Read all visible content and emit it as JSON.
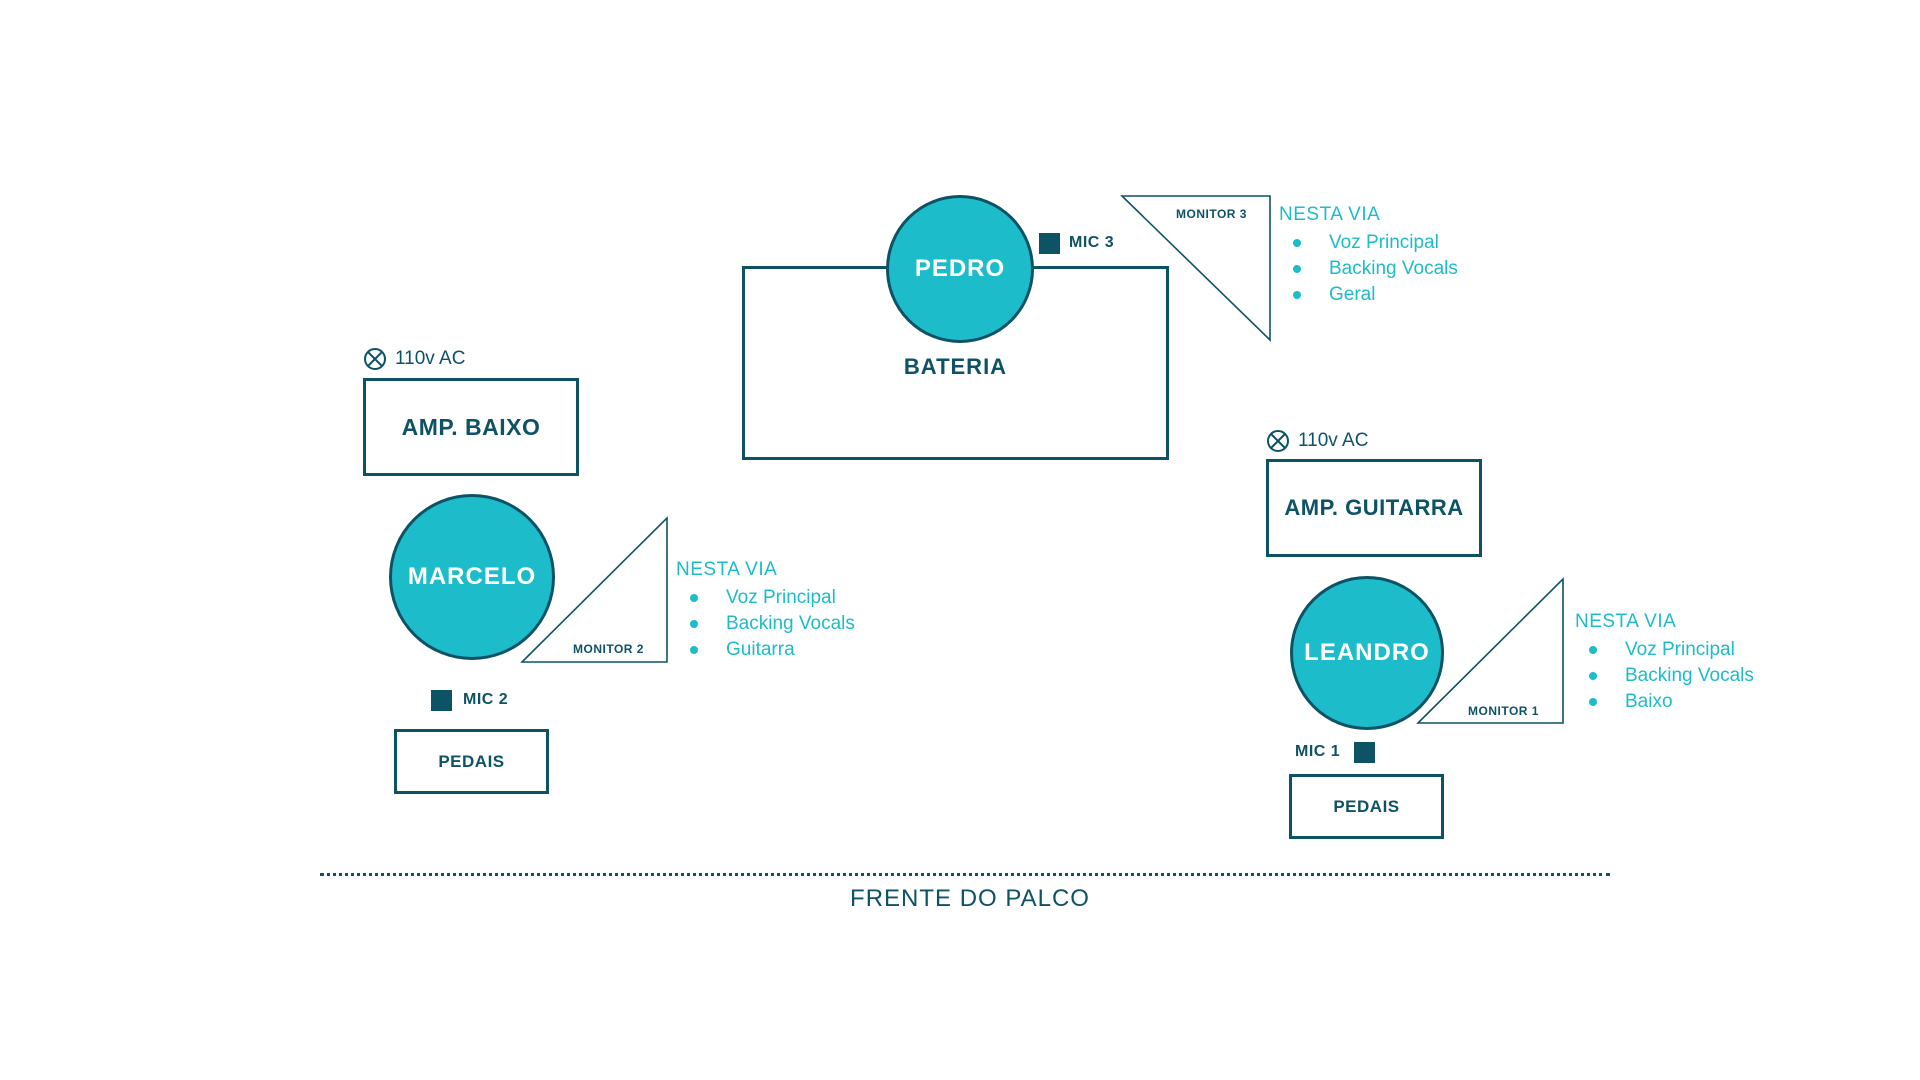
{
  "colors": {
    "dark": "#0e5266",
    "accent": "#1cbcca",
    "background": "#ffffff"
  },
  "drums": {
    "musician": "PEDRO",
    "instrument": "BATERIA",
    "mic": "MIC 3",
    "monitor": "MONITOR 3",
    "via": {
      "title": "NESTA VIA",
      "items": [
        "Voz Principal",
        "Backing Vocals",
        "Geral"
      ]
    }
  },
  "bass": {
    "musician": "MARCELO",
    "amp": "AMP. BAIXO",
    "power": "110v AC",
    "mic": "MIC 2",
    "pedals": "PEDAIS",
    "monitor": "MONITOR 2",
    "via": {
      "title": "NESTA VIA",
      "items": [
        "Voz Principal",
        "Backing Vocals",
        "Guitarra"
      ]
    }
  },
  "guitar": {
    "musician": "LEANDRO",
    "amp": "AMP. GUITARRA",
    "power": "110v AC",
    "mic": "MIC 1",
    "pedals": "PEDAIS",
    "monitor": "MONITOR 1",
    "via": {
      "title": "NESTA VIA",
      "items": [
        "Voz Principal",
        "Backing Vocals",
        "Baixo"
      ]
    }
  },
  "stage_front": "FRENTE DO PALCO",
  "icons": {
    "power_outlet": "power-outlet-icon",
    "mic": "mic-square-icon",
    "monitor": "monitor-wedge-icon"
  }
}
